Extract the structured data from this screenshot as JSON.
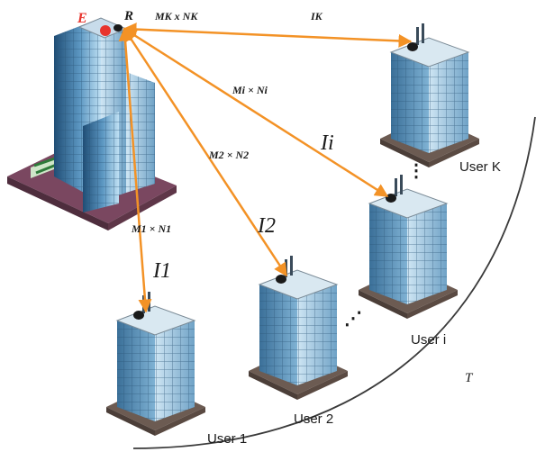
{
  "labels": {
    "E": "E",
    "R": "R",
    "mk_nk": "MK x NK",
    "mi_ni": "Mi × Ni",
    "m2_n2": "M2 × N2",
    "m1_n1": "M1 × N1",
    "ik": "IK",
    "ii": "Ii",
    "i2": "I2",
    "i1": "I1",
    "dots_k": "⋮",
    "dots_mid": "⋰",
    "user_k": "User K",
    "user_i": "User i",
    "user_2": "User 2",
    "user_1": "User 1",
    "T": "T"
  },
  "colors": {
    "link": "#f39226",
    "boundary": "#3a3a3a",
    "E_label": "#e8342d",
    "building_glass": "#4f86ad",
    "building_glass_light": "#a7d0e8",
    "base": "#6c5b52",
    "hub_base": "#7a4760"
  }
}
